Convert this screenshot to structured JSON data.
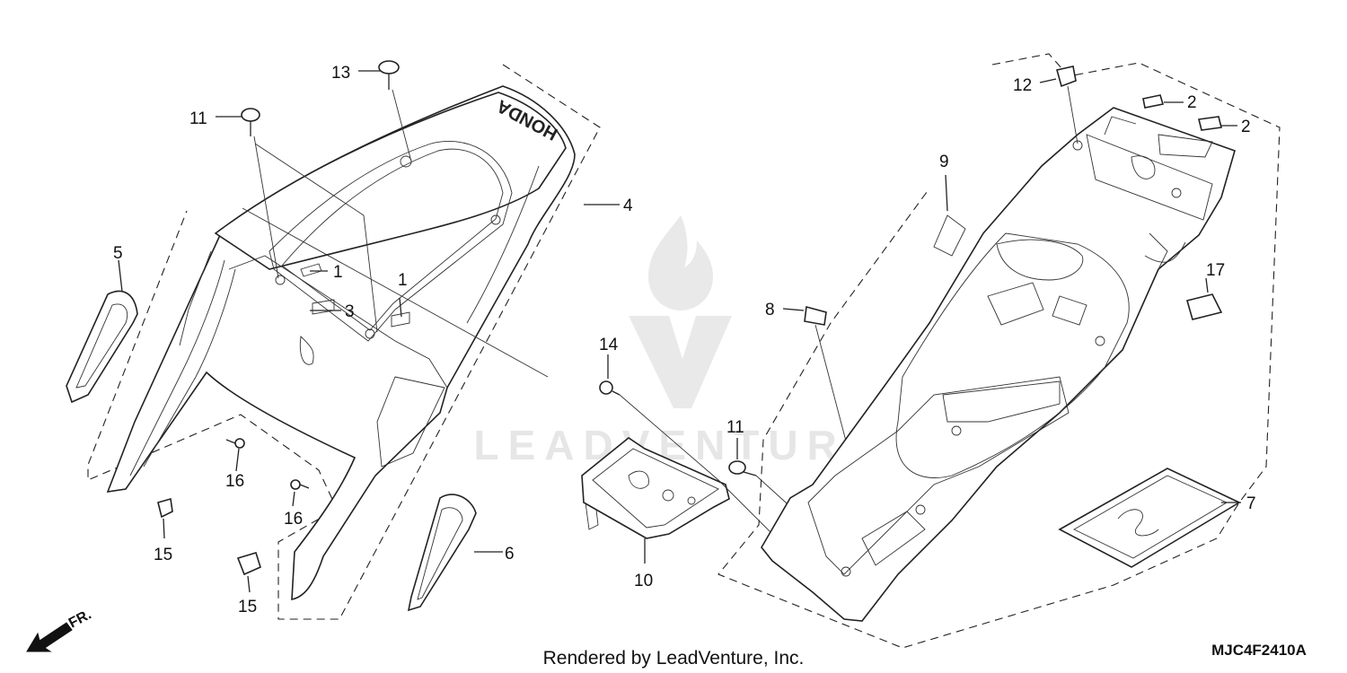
{
  "diagram": {
    "callouts": {
      "p1a": "1",
      "p1b": "1",
      "p2a": "2",
      "p2b": "2",
      "p3": "3",
      "p4": "4",
      "p5": "5",
      "p6": "6",
      "p7": "7",
      "p8": "8",
      "p9": "9",
      "p10": "10",
      "p11a": "11",
      "p11b": "11",
      "p12": "12",
      "p13": "13",
      "p14": "14",
      "p15a": "15",
      "p15b": "15",
      "p16a": "16",
      "p16b": "16",
      "p17": "17"
    },
    "seat_logo": "HONDA",
    "front_marker": "FR.",
    "watermark": "LEADVENTURE",
    "credit": "Rendered by LeadVenture, Inc.",
    "drawing_code": "MJC4F2410A"
  },
  "colors": {
    "line": "#222222",
    "watermark": "#e6e6e6",
    "background": "#ffffff"
  }
}
